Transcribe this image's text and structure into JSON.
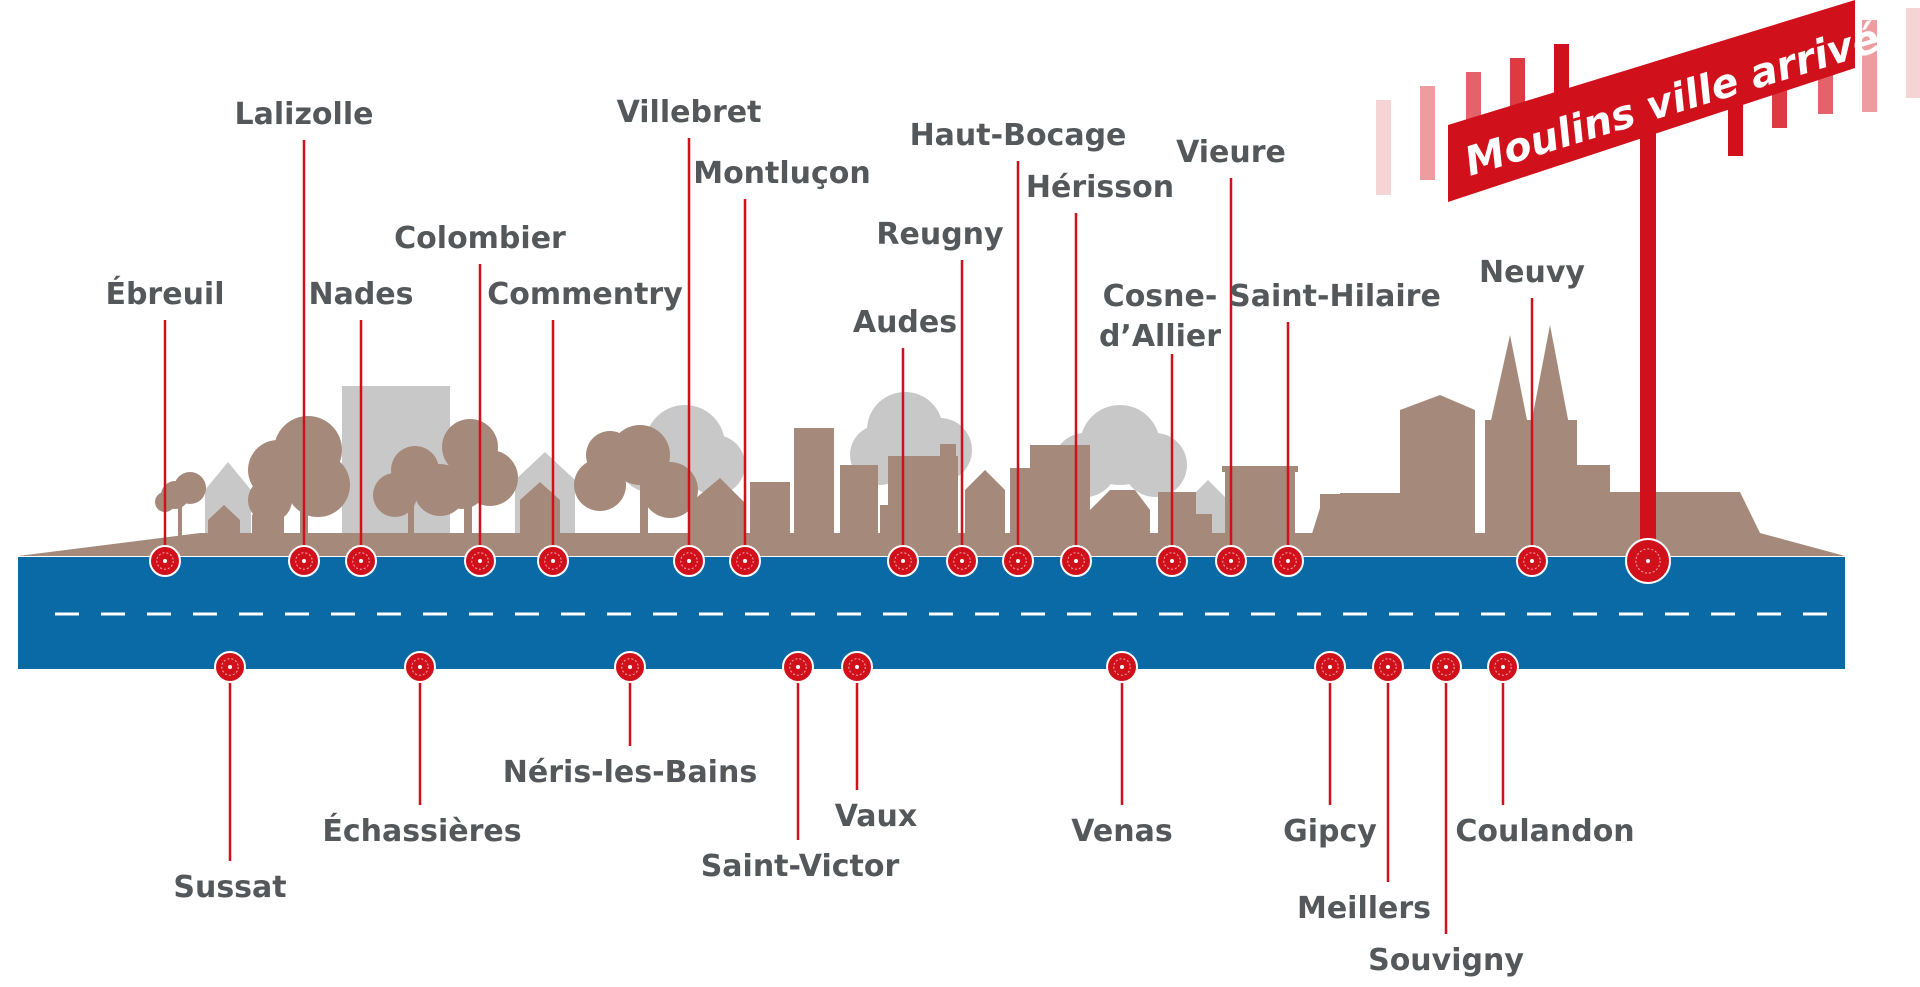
{
  "finish_sign": {
    "text": "Moulins ville arrivée"
  },
  "stops_above": [
    {
      "name": "Ébreuil"
    },
    {
      "name": "Lalizolle"
    },
    {
      "name": "Nades"
    },
    {
      "name": "Colombier"
    },
    {
      "name": "Commentry"
    },
    {
      "name": "Villebret"
    },
    {
      "name": "Montluçon"
    },
    {
      "name": "Audes"
    },
    {
      "name": "Reugny"
    },
    {
      "name": "Haut-Bocage"
    },
    {
      "name": "Hérisson"
    },
    {
      "name": "Cosne-",
      "name2": "d’Allier"
    },
    {
      "name": "Vieure"
    },
    {
      "name": "Saint-Hilaire"
    },
    {
      "name": "Neuvy"
    }
  ],
  "stops_below": [
    {
      "name": "Sussat"
    },
    {
      "name": "Échassières"
    },
    {
      "name": "Néris-les-Bains"
    },
    {
      "name": "Saint-Victor"
    },
    {
      "name": "Vaux"
    },
    {
      "name": "Venas"
    },
    {
      "name": "Gipcy"
    },
    {
      "name": "Meillers"
    },
    {
      "name": "Souvigny"
    },
    {
      "name": "Coulandon"
    }
  ],
  "colors": {
    "road": "#0a6aa6",
    "ground": "#a58a7b",
    "red": "#d0111b",
    "grey": "#c8c8c8",
    "text": "#55585b"
  }
}
